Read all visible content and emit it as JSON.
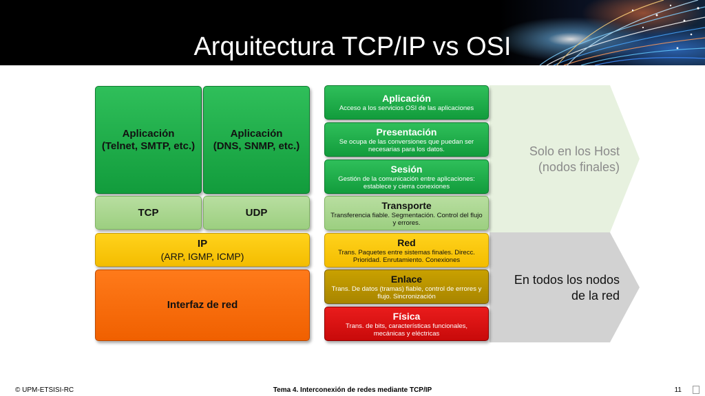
{
  "header": {
    "title": "Arquitectura TCP/IP vs OSI"
  },
  "tcpip": {
    "app_left": {
      "name": "Aplicación",
      "detail": "(Telnet, SMTP, etc.)"
    },
    "app_right": {
      "name": "Aplicación",
      "detail": "(DNS, SNMP, etc.)"
    },
    "tcp": "TCP",
    "udp": "UDP",
    "ip": {
      "name": "IP",
      "detail": "(ARP, IGMP, ICMP)"
    },
    "interface": "Interfaz de red"
  },
  "osi": {
    "layers": [
      {
        "name": "Aplicación",
        "desc": "Acceso a los servicios OSI de las aplicaciones"
      },
      {
        "name": "Presentación",
        "desc": "Se ocupa de las conversiones que puedan ser necesarias para los datos."
      },
      {
        "name": "Sesión",
        "desc": "Gestión de la comunicación entre aplicaciones: establece y cierra conexiones"
      },
      {
        "name": "Transporte",
        "desc": "Transferencia fiable. Segmentación. Control del flujo y errores."
      },
      {
        "name": "Red",
        "desc": "Trans. Paquetes entre sistemas finales. Direcc. Prioridad. Enrutamiento. Conexiones"
      },
      {
        "name": "Enlace",
        "desc": "Trans. De datos (tramas) fiable, control de errores y flujo. Sincronización"
      },
      {
        "name": "Física",
        "desc": "Trans. de bits, características funcionales, mecánicas y eléctricas"
      }
    ]
  },
  "arrows": {
    "hosts": {
      "line1": "Solo en los Host",
      "line2": "(nodos finales)"
    },
    "all": {
      "line1": "En todos los nodos",
      "line2": "de la red"
    }
  },
  "footer": {
    "left": "© UPM-ETSISI-RC",
    "center": "Tema 4. Interconexión de redes mediante TCP/IP",
    "page": "11"
  }
}
